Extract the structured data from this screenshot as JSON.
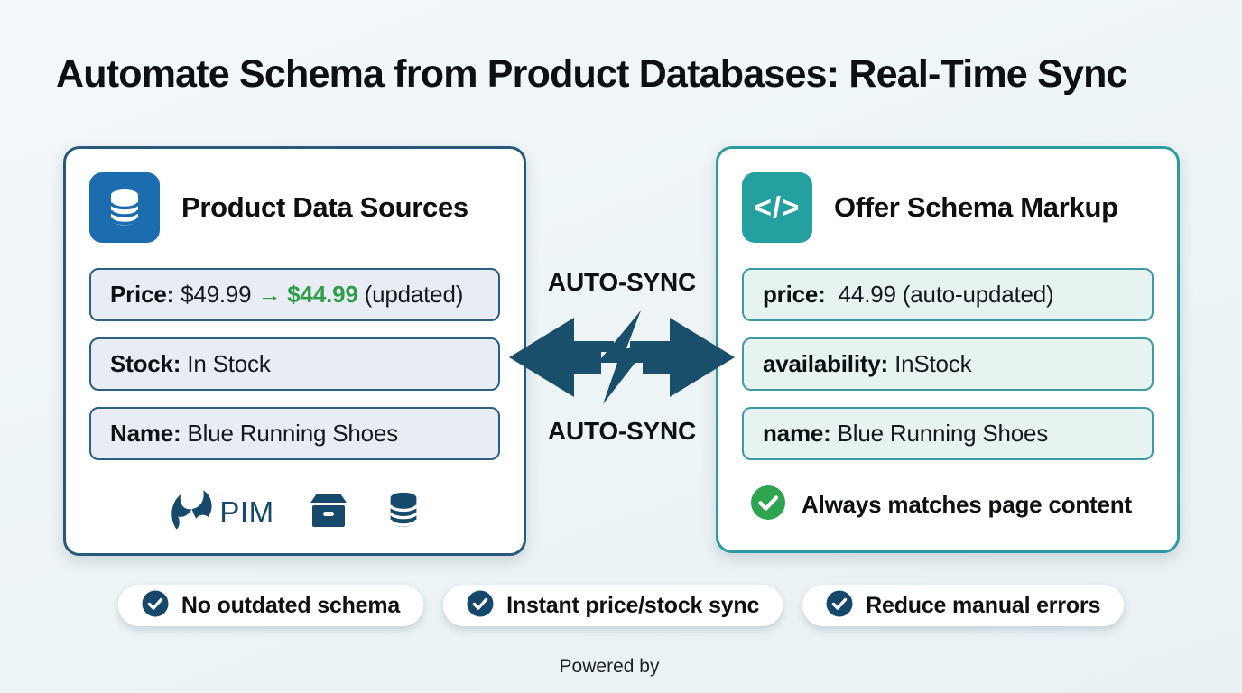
{
  "page": {
    "title": "Automate Schema from Product Databases: Real-Time Sync",
    "footer": "Powered by"
  },
  "colors": {
    "background": "#eff5f7",
    "navy": "#1a4f6c",
    "blue_tile": "#1c6cb0",
    "teal_tile": "#25a0a0",
    "left_card_border": "#2a5878",
    "left_row_bg": "#e8ecf4",
    "left_row_border": "#2f5f80",
    "right_card_border": "#2d9ba0",
    "right_row_bg": "#e7f3f1",
    "right_row_border": "#3f9aa2",
    "price_green": "#2f9e4b",
    "check_green": "#2ea44f",
    "text": "#0e1114"
  },
  "icons": {
    "left_card_header": "database-icon",
    "right_card_header": "code-icon",
    "sync_center": "bidirectional-arrows-lightning-icon",
    "sources": [
      "pim-swoosh-icon",
      "archive-box-icon",
      "database-icon"
    ],
    "footnote": "check-circle-green-icon",
    "benefit": "check-circle-navy-icon"
  },
  "left_card": {
    "title": "Product Data Sources",
    "price_row": {
      "label": "Price:",
      "old_price": "$49.99",
      "arrow": "→",
      "new_price": "$44.99",
      "note": "(updated)"
    },
    "stock_row": {
      "label": "Stock:",
      "value": "In Stock"
    },
    "name_row": {
      "label": "Name:",
      "value": "Blue Running Shoes"
    },
    "sources": {
      "pim_label": "PIM"
    }
  },
  "sync": {
    "top_label": "AUTO-SYNC",
    "bottom_label": "AUTO-SYNC"
  },
  "right_card": {
    "title": "Offer Schema Markup",
    "icon_glyph": "</>",
    "rows": [
      {
        "label": "price:",
        "value": "44.99 (auto-updated)"
      },
      {
        "label": "availability:",
        "value": "InStock"
      },
      {
        "label": "name:",
        "value": "Blue Running Shoes"
      }
    ],
    "footnote": "Always matches page content"
  },
  "benefits": [
    {
      "label": "No outdated schema"
    },
    {
      "label": "Instant price/stock sync"
    },
    {
      "label": "Reduce manual errors"
    }
  ]
}
